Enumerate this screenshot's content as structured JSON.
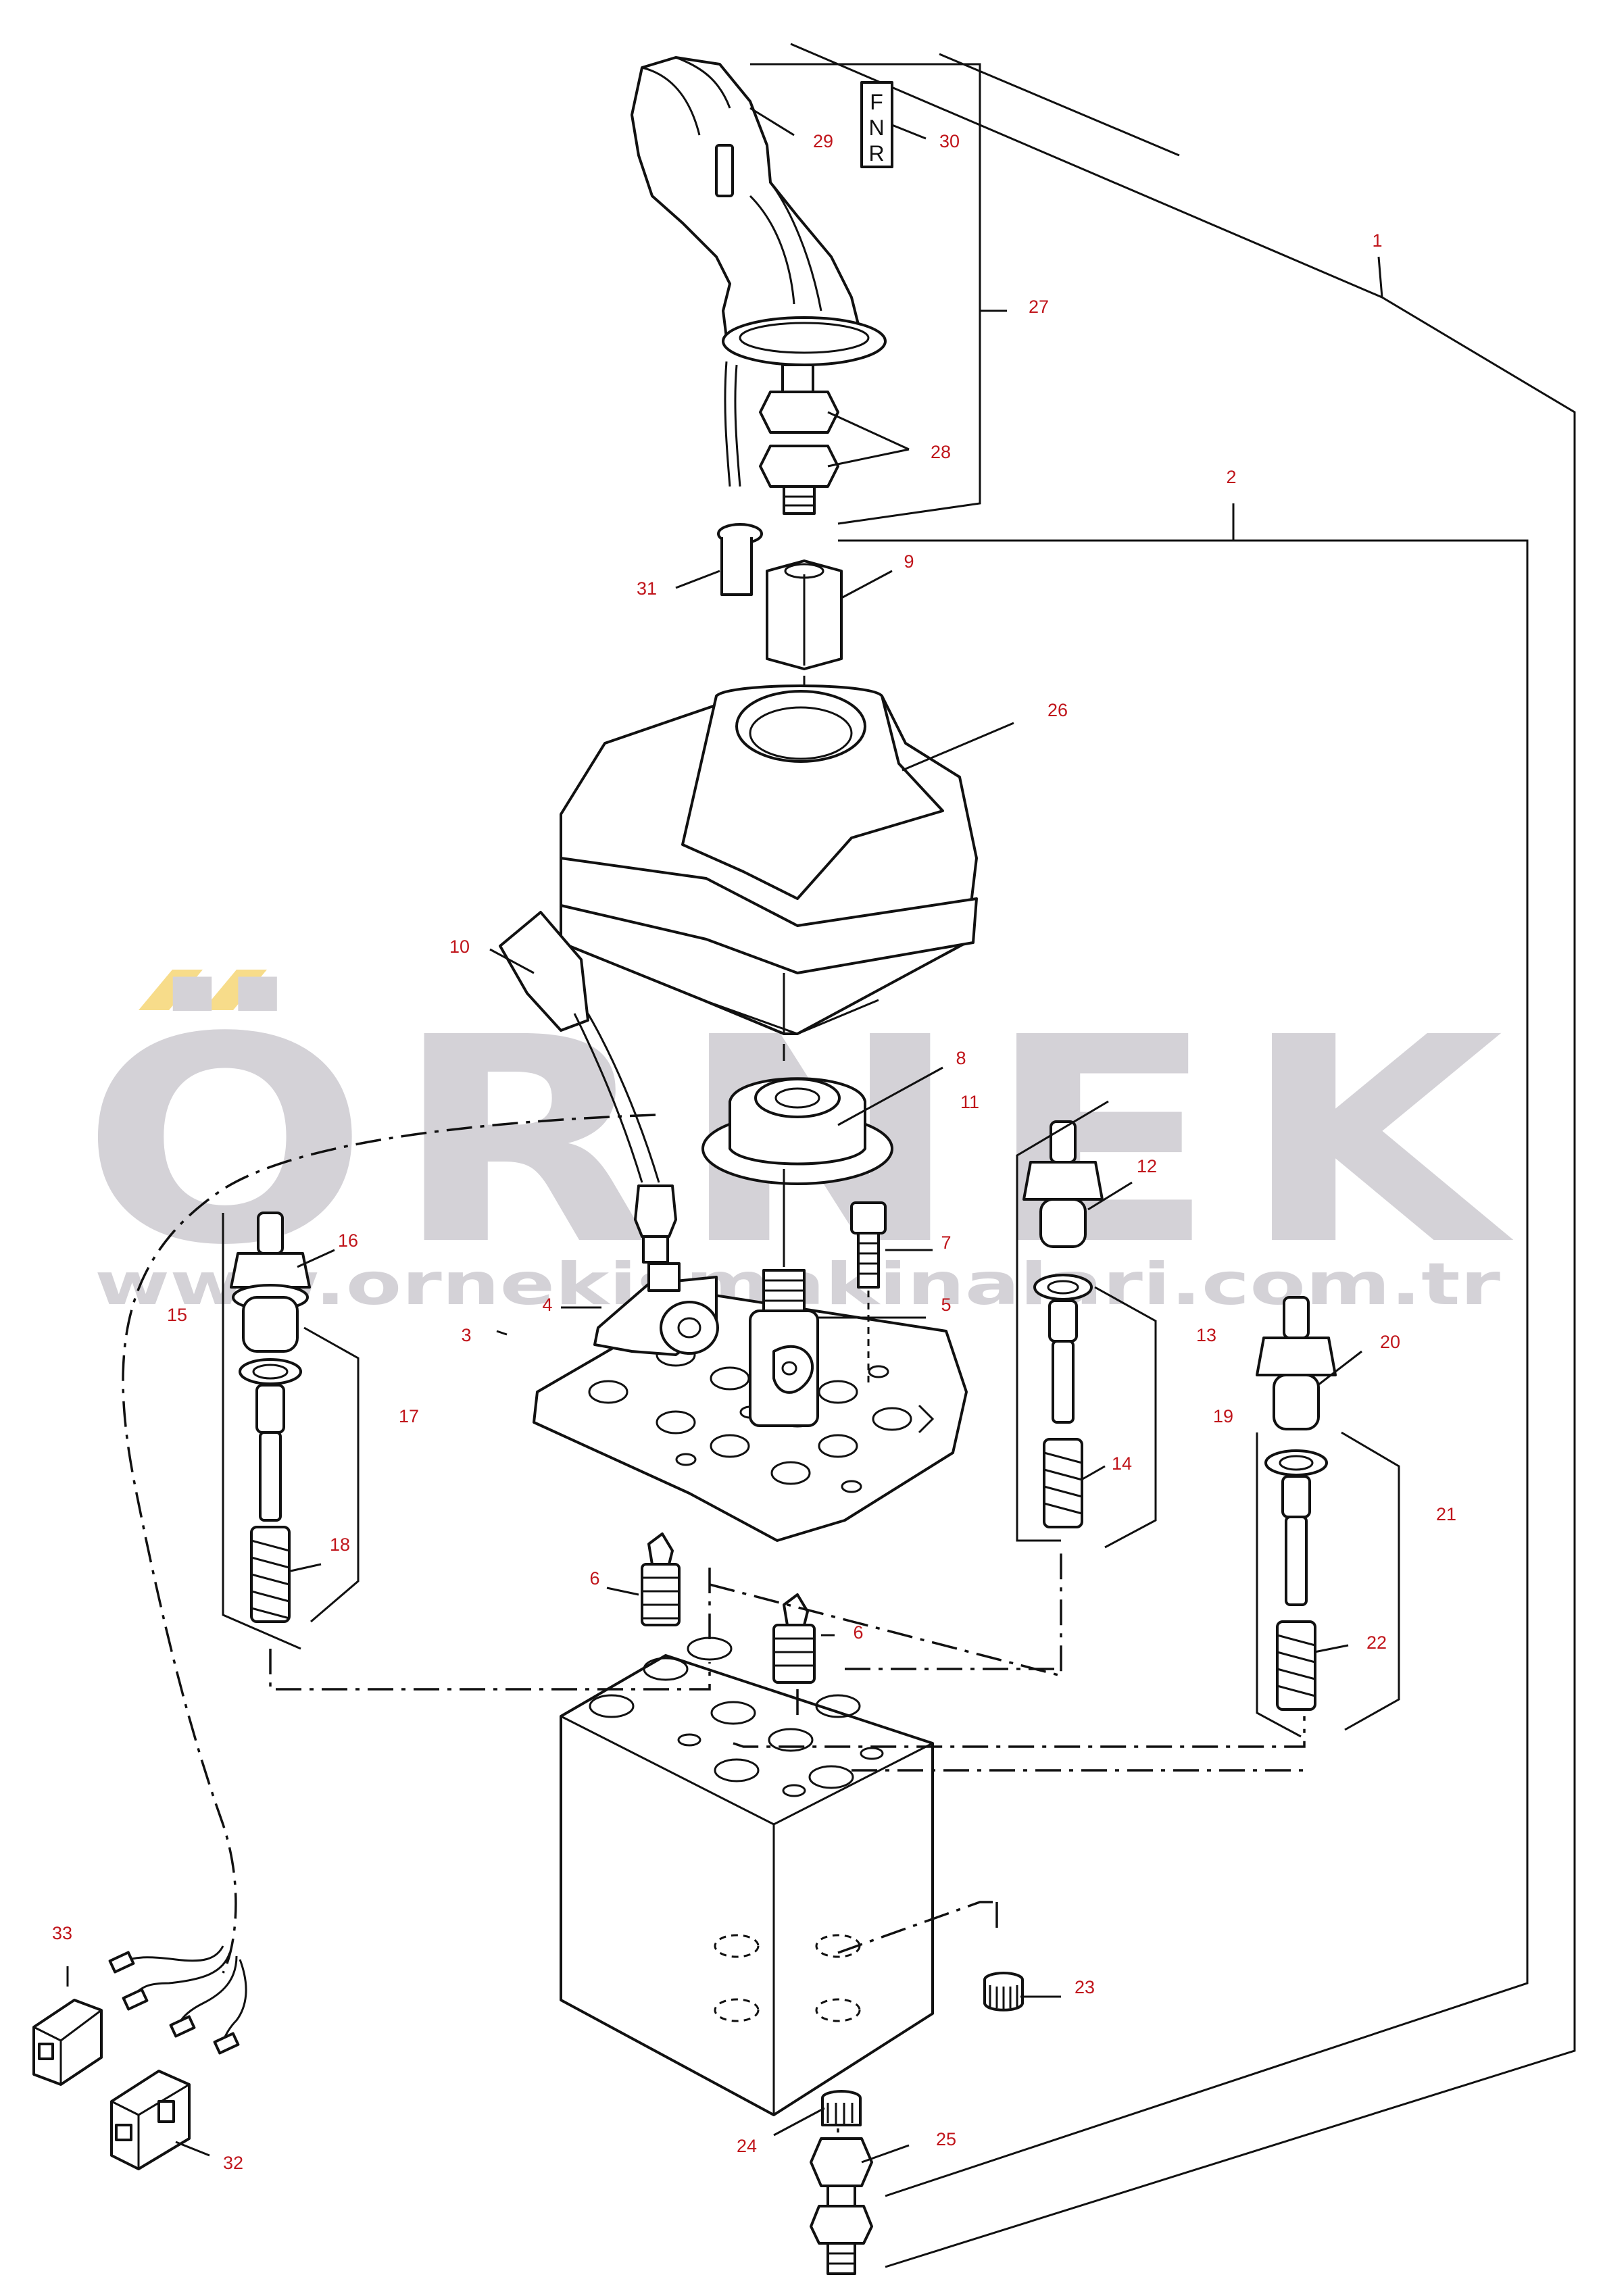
{
  "colors": {
    "callout": "#c0151b",
    "line": "#111111",
    "watermark_grey": "#d4d2d7",
    "watermark_yellow": "#f7dc8a"
  },
  "watermark": {
    "logo_text": "ÖRNEK",
    "url_text": "www.ornekismakinalari.com.tr"
  },
  "decal": {
    "letters": [
      "F",
      "N",
      "R"
    ]
  },
  "callouts": [
    {
      "number": "1"
    },
    {
      "number": "2"
    },
    {
      "number": "3"
    },
    {
      "number": "4"
    },
    {
      "number": "5"
    },
    {
      "number": "6"
    },
    {
      "number": "6"
    },
    {
      "number": "7"
    },
    {
      "number": "8"
    },
    {
      "number": "9"
    },
    {
      "number": "10"
    },
    {
      "number": "11"
    },
    {
      "number": "12"
    },
    {
      "number": "13"
    },
    {
      "number": "14"
    },
    {
      "number": "15"
    },
    {
      "number": "16"
    },
    {
      "number": "17"
    },
    {
      "number": "18"
    },
    {
      "number": "19"
    },
    {
      "number": "20"
    },
    {
      "number": "21"
    },
    {
      "number": "22"
    },
    {
      "number": "23"
    },
    {
      "number": "24"
    },
    {
      "number": "25"
    },
    {
      "number": "26"
    },
    {
      "number": "27"
    },
    {
      "number": "28"
    },
    {
      "number": "29"
    },
    {
      "number": "30"
    },
    {
      "number": "31"
    },
    {
      "number": "32"
    },
    {
      "number": "33"
    }
  ]
}
